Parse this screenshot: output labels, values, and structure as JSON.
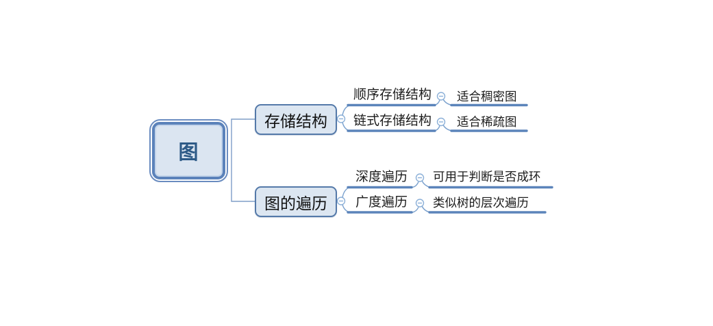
{
  "app": {
    "type": "mind-map"
  },
  "root": {
    "label": "图"
  },
  "branches": [
    {
      "label": "存储结构",
      "children": [
        {
          "label": "顺序存储结构",
          "children": [
            {
              "label": "适合稠密图"
            }
          ]
        },
        {
          "label": "链式存储结构",
          "children": [
            {
              "label": "适合稀疏图"
            }
          ]
        }
      ]
    },
    {
      "label": "图的遍历",
      "children": [
        {
          "label": "深度遍历",
          "children": [
            {
              "label": "可用于判断是否成环"
            }
          ]
        },
        {
          "label": "广度遍历",
          "children": [
            {
              "label": "类似树的层次遍历"
            }
          ]
        }
      ]
    }
  ],
  "icons": {
    "toggle": "collapse-minus-icon"
  },
  "colors": {
    "node_fill": "#dce6f1",
    "node_border": "#5479a9",
    "root_border_outer": "#6a8cc0",
    "root_border_inner": "#5b82ba",
    "root_text": "#2d5a87",
    "topic_text": "#1c1c1c",
    "underline": "#5b84ba",
    "thin_connector": "#79a0cd",
    "elbow_connector": "#7e9dc7",
    "toggle": "#8cb0d8"
  }
}
